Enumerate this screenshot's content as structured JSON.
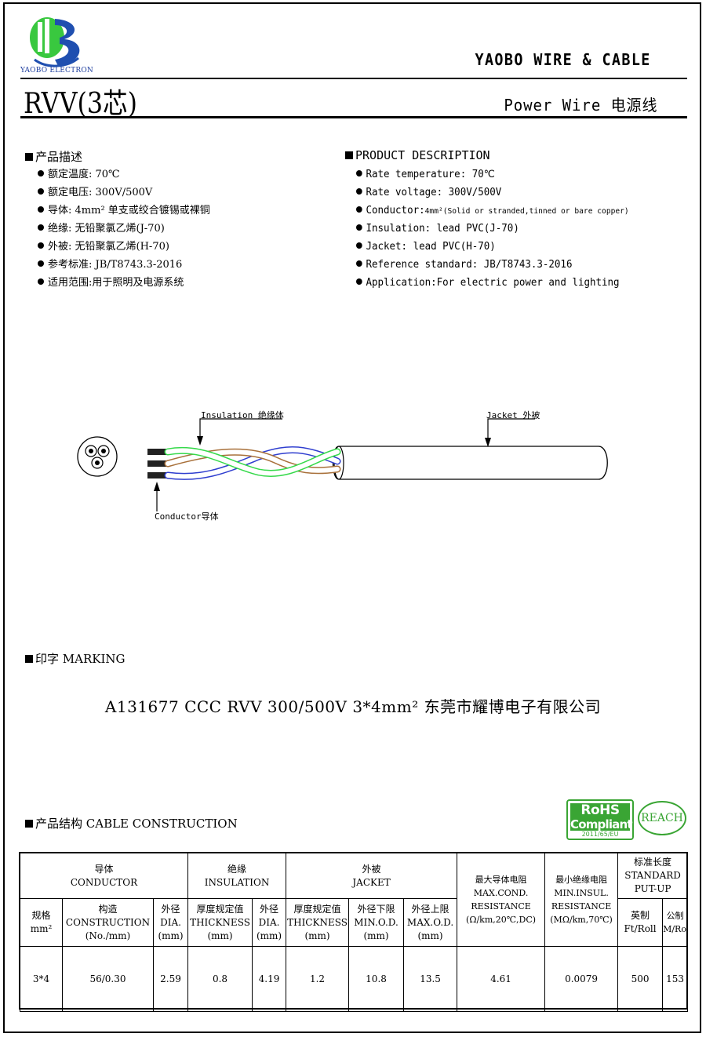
{
  "header": {
    "logo_text": "YAOBO ELECTRON",
    "company": "YAOBO WIRE & CABLE",
    "model": "RVV(3芯)",
    "product_name": "Power Wire 电源线"
  },
  "description_cn": {
    "title": "产品描述",
    "items": [
      "额定温度: 70℃",
      "额定电压: 300V/500V",
      "导体: 4mm² 单支或绞合镀锡或裸铜",
      "绝缘: 无铅聚氯乙烯(J-70)",
      "外被: 无铅聚氯乙烯(H-70)",
      "参考标准: JB/T8743.3-2016",
      "适用范围:用于照明及电源系统"
    ]
  },
  "description_en": {
    "title": "PRODUCT DESCRIPTION",
    "items": [
      "Rate temperature: 70℃",
      "Rate voltage: 300V/500V",
      "Conductor:",
      "Insulation: lead PVC(J-70)",
      "Jacket: lead PVC(H-70)",
      "Reference standard: JB/T8743.3-2016",
      "Application:For electric power and lighting"
    ],
    "conductor_detail": "4mm²(Solid or stranded,tinned or bare copper)"
  },
  "diagram": {
    "insulation_label": "Insulation 绝缘体",
    "jacket_label": "Jacket 外被",
    "conductor_label": "Conductor导体",
    "colors": {
      "green": "#35d94a",
      "brown": "#a8703a",
      "blue": "#2f3ecf",
      "conductor": "#222222"
    }
  },
  "marking": {
    "title": "印字 MARKING",
    "text": "A131677 CCC RVV 300/500V 3*4mm² 东莞市耀博电子有限公司"
  },
  "construction": {
    "title": "产品结构 CABLE CONSTRUCTION",
    "rohs_line1": "RoHS",
    "rohs_line2": "Compliant",
    "rohs_line3": "2011/65/EU",
    "reach": "REACH",
    "headers": {
      "conductor_cn": "导体",
      "conductor_en": "CONDUCTOR",
      "insulation_cn": "绝缘",
      "insulation_en": "INSULATION",
      "jacket_cn": "外被",
      "jacket_en": "JACKET",
      "maxres_cn": "最大导体电阻",
      "maxres_en1": "MAX.COND.",
      "maxres_en2": "RESISTANCE",
      "maxres_unit": "(Ω/km,20℃,DC)",
      "minins_cn": "最小绝缘电阻",
      "minins_en1": "MIN.INSUL.",
      "minins_en2": "RESISTANCE",
      "minins_unit": "(MΩ/km,70℃)",
      "putup_cn": "标准长度",
      "putup_en1": "STANDARD",
      "putup_en2": "PUT-UP",
      "size_cn": "规格",
      "size_unit": "mm²",
      "constr_cn": "构造",
      "constr_en": "CONSTRUCTION",
      "constr_unit": "(No./mm)",
      "dia_cn": "外径",
      "dia_en": "DIA.",
      "dia_unit": "(mm)",
      "thick_cn": "厚度规定值",
      "thick_en": "THICKNESS",
      "thick_unit": "(mm)",
      "idia_cn": "外径",
      "idia_en": "DIA.",
      "idia_unit": "(mm)",
      "jthick_cn": "厚度规定值",
      "jthick_en": "THICKNESS",
      "jthick_unit": "(mm)",
      "minod_cn": "外径下限",
      "minod_en": "MIN.O.D.",
      "minod_unit": "(mm)",
      "maxod_cn": "外径上限",
      "maxod_en": "MAX.O.D.",
      "maxod_unit": "(mm)",
      "ft_cn": "英制",
      "ft_en": "Ft/Roll",
      "m_cn": "公制",
      "m_en": "M/Roll"
    },
    "row": {
      "size": "3*4",
      "construction": "56/0.30",
      "cond_dia": "2.59",
      "ins_thickness": "0.8",
      "ins_dia": "4.19",
      "jkt_thickness": "1.2",
      "min_od": "10.8",
      "max_od": "13.5",
      "max_res": "4.61",
      "min_ins_res": "0.0079",
      "ft_roll": "500",
      "m_roll": "153"
    }
  }
}
